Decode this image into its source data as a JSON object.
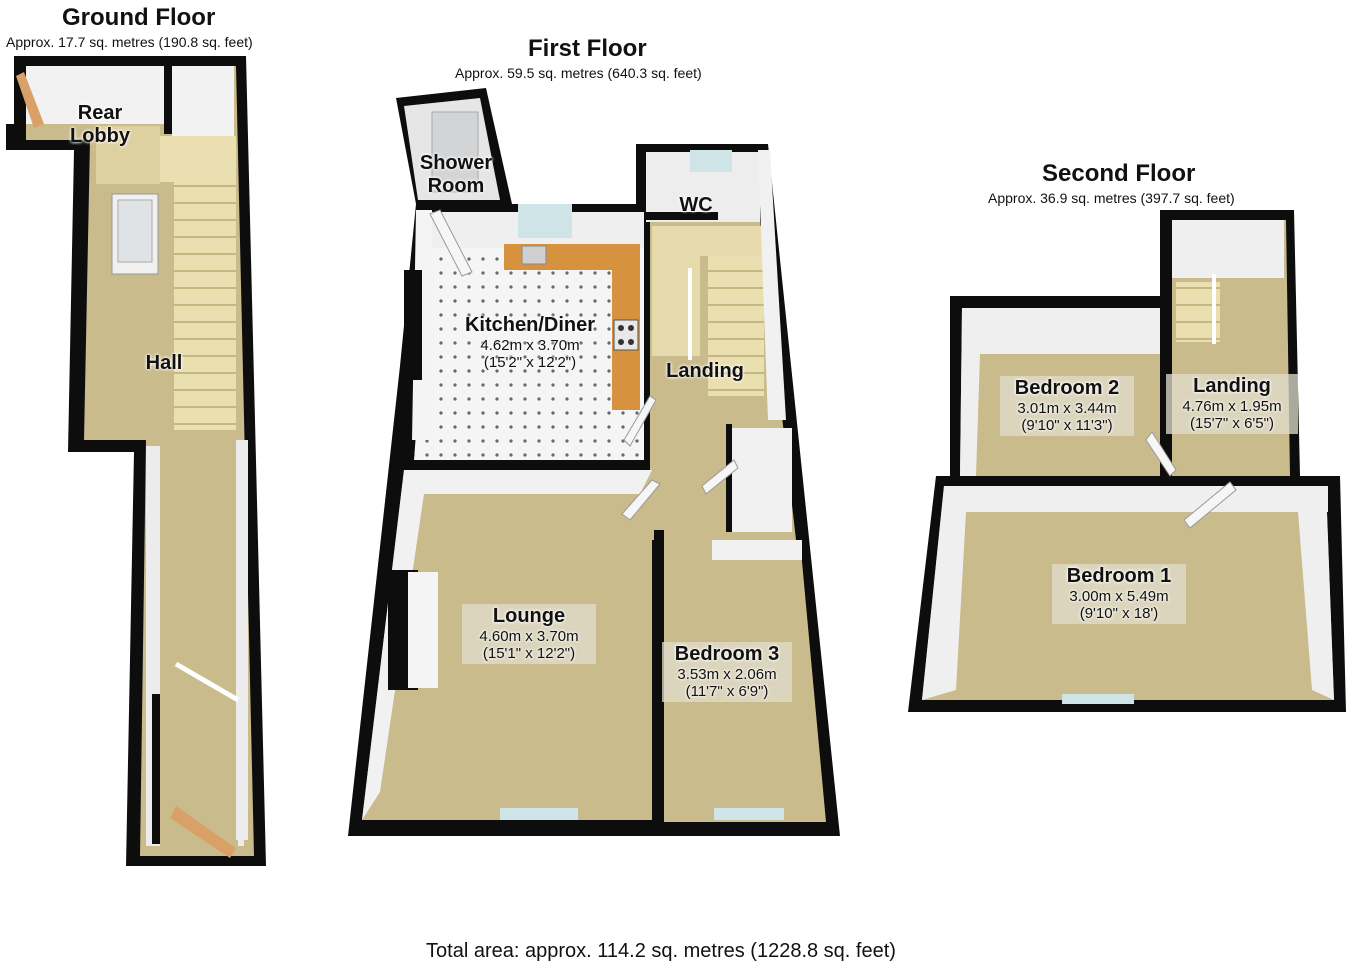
{
  "floors": {
    "ground": {
      "title": "Ground Floor",
      "area": "Approx. 17.7 sq. metres (190.8 sq. feet)"
    },
    "first": {
      "title": "First Floor",
      "area": "Approx. 59.5 sq. metres (640.3 sq. feet)"
    },
    "second": {
      "title": "Second Floor",
      "area": "Approx. 36.9 sq. metres (397.7 sq. feet)"
    }
  },
  "rooms": {
    "rear_lobby": {
      "name_line1": "Rear",
      "name_line2": "Lobby"
    },
    "hall": {
      "name": "Hall"
    },
    "shower_room": {
      "name_line1": "Shower",
      "name_line2": "Room"
    },
    "wc": {
      "name": "WC"
    },
    "kitchen": {
      "name": "Kitchen/Diner",
      "metric": "4.62m x 3.70m",
      "imperial": "(15'2\" x 12'2\")"
    },
    "landing_first": {
      "name": "Landing"
    },
    "lounge": {
      "name": "Lounge",
      "metric": "4.60m x 3.70m",
      "imperial": "(15'1\" x 12'2\")"
    },
    "bedroom3": {
      "name": "Bedroom 3",
      "metric": "3.53m x 2.06m",
      "imperial": "(11'7\" x 6'9\")"
    },
    "bedroom2": {
      "name": "Bedroom 2",
      "metric": "3.01m x 3.44m",
      "imperial": "(9'10\" x 11'3\")"
    },
    "landing_second": {
      "name": "Landing",
      "metric": "4.76m x 1.95m",
      "imperial": "(15'7\" x 6'5\")"
    },
    "bedroom1": {
      "name": "Bedroom 1",
      "metric": "3.00m x 5.49m",
      "imperial": "(9'10\" x 18')"
    }
  },
  "total": "Total area: approx. 114.2 sq. metres (1228.8 sq. feet)",
  "colors": {
    "wall": "#0d0d0d",
    "floor": "#c7b98a",
    "kitchen_floor": "#f3f3f3",
    "stairs": "#eadfb0",
    "worktop": "#d7923f",
    "inner_wall": "#f4f4f4"
  }
}
